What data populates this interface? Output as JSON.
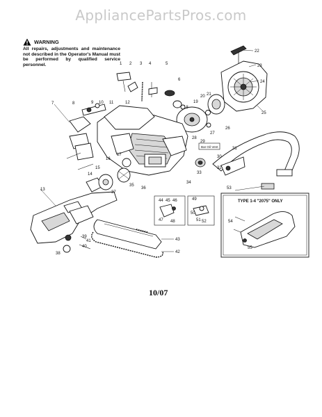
{
  "watermark": "AppliancePartsPros.com",
  "warning": {
    "title": "WARNING",
    "text": "All repairs, adjustments and maintenance not described in the Operator's Manual must be performed by qualified service personnel."
  },
  "date_code": "10/07",
  "inset_box_title": "TYPE 1-4 \"2075\" ONLY",
  "oil_label": "Bar Oil Vent",
  "part_labels": {
    "p1": "1",
    "p2": "2",
    "p3": "3",
    "p4": "4",
    "p5": "5",
    "p6": "6",
    "p7": "7",
    "p8": "8",
    "p9": "9",
    "p10": "10",
    "p11": "11",
    "p12": "12",
    "p13": "13",
    "p14": "14",
    "p15": "15",
    "p16": "16",
    "p17": "17",
    "p18": "18",
    "p19": "19",
    "p20": "20",
    "p21": "21",
    "p22": "22",
    "p23": "23",
    "p24": "24",
    "p25": "25",
    "p26": "26",
    "p27": "27",
    "p28": "28",
    "p29": "29",
    "p30": "30",
    "p31": "31",
    "p32": "32",
    "p33": "33",
    "p34": "34",
    "p35": "35",
    "p36": "36",
    "p37": "37",
    "p38": "38",
    "p39": "39",
    "p40": "40",
    "p41": "41",
    "p42": "42",
    "p43": "43",
    "p44": "44",
    "p45": "45",
    "p46": "46",
    "p47": "47",
    "p48": "48",
    "p49": "49",
    "p50": "50",
    "p51": "51",
    "p52": "52",
    "p53": "53",
    "p54": "54",
    "p55": "55"
  }
}
